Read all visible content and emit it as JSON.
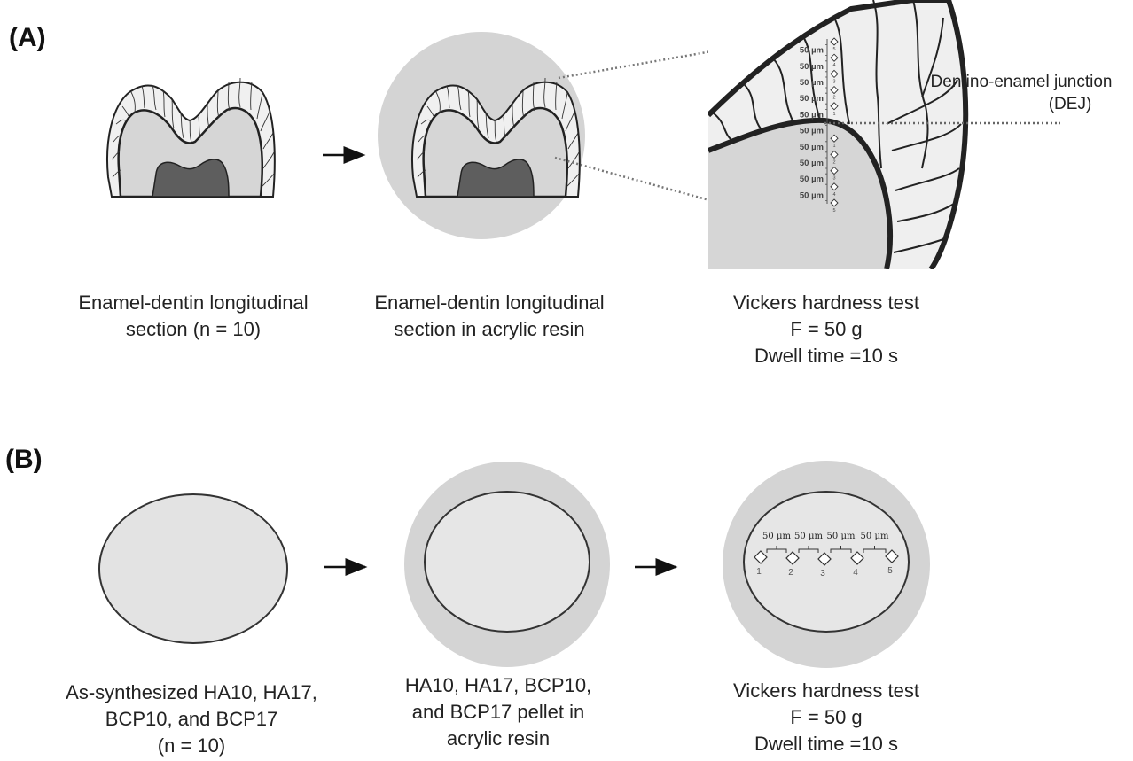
{
  "panel_a": {
    "letter": "(A)",
    "step1_caption": [
      "Enamel-dentin longitudinal",
      "section (n = 10)"
    ],
    "step2_caption": [
      "Enamel-dentin longitudinal",
      "section in acrylic resin"
    ],
    "step3_caption": [
      "Vickers hardness test",
      "F = 50 g",
      "Dwell time =10 s"
    ],
    "dej_label": [
      "Dentino-enamel junction",
      "(DEJ)"
    ],
    "spacing_label": "50 µm",
    "enamel_indent_numbers": [
      "5",
      "4",
      "3",
      "2",
      "1"
    ],
    "dentin_indent_numbers": [
      "1",
      "2",
      "3",
      "4",
      "5"
    ]
  },
  "panel_b": {
    "letter": "(B)",
    "step1_caption": [
      "As-synthesized HA10, HA17,",
      "BCP10, and BCP17",
      "(n = 10)"
    ],
    "step2_caption": [
      "HA10, HA17, BCP10,",
      "and BCP17 pellet in",
      "acrylic resin"
    ],
    "step3_caption": [
      "Vickers hardness test",
      "F = 50 g",
      "Dwell time =10 s"
    ],
    "spacing_label": "50 μm",
    "indent_numbers": [
      "1",
      "2",
      "3",
      "4",
      "5"
    ]
  },
  "colors": {
    "resin": "#d4d4d4",
    "pellet": "#e6e6e6",
    "enamel": "#f0f0f0",
    "dentin": "#d6d6d6",
    "pulp": "#5e5e5e",
    "outline": "#222222"
  }
}
